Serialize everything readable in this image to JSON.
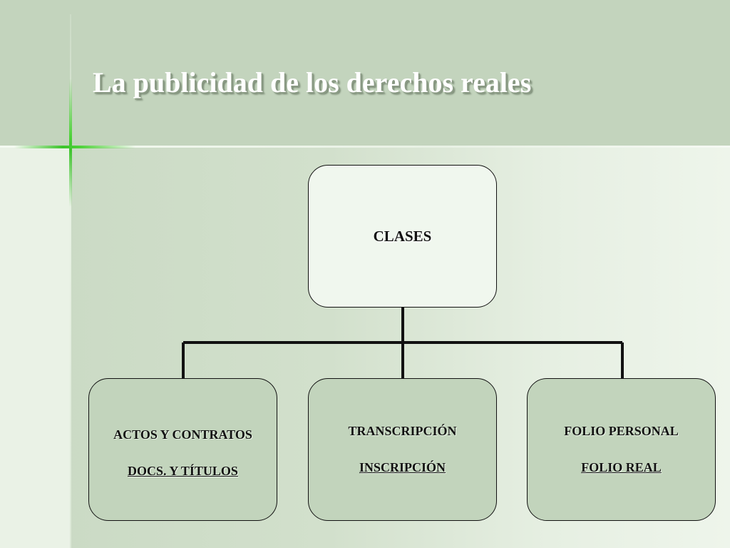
{
  "slide": {
    "title": "La publicidad de los derechos reales"
  },
  "diagram": {
    "root": {
      "label": "CLASES"
    },
    "children": [
      {
        "line1": "ACTOS Y CONTRATOS",
        "line2": "DOCS. Y TÍTULOS"
      },
      {
        "line1": "TRANSCRIPCIÓN",
        "line2": "INSCRIPCIÓN"
      },
      {
        "line1": "FOLIO PERSONAL",
        "line2": "FOLIO REAL"
      }
    ]
  },
  "colors": {
    "header_background": "#c3d4bd",
    "accent_cross": "#3cc42b",
    "box_root_fill": "#f0f7ee",
    "box_child_fill": "#c2d4bc",
    "border": "#111111",
    "title_text": "#ffffff"
  }
}
